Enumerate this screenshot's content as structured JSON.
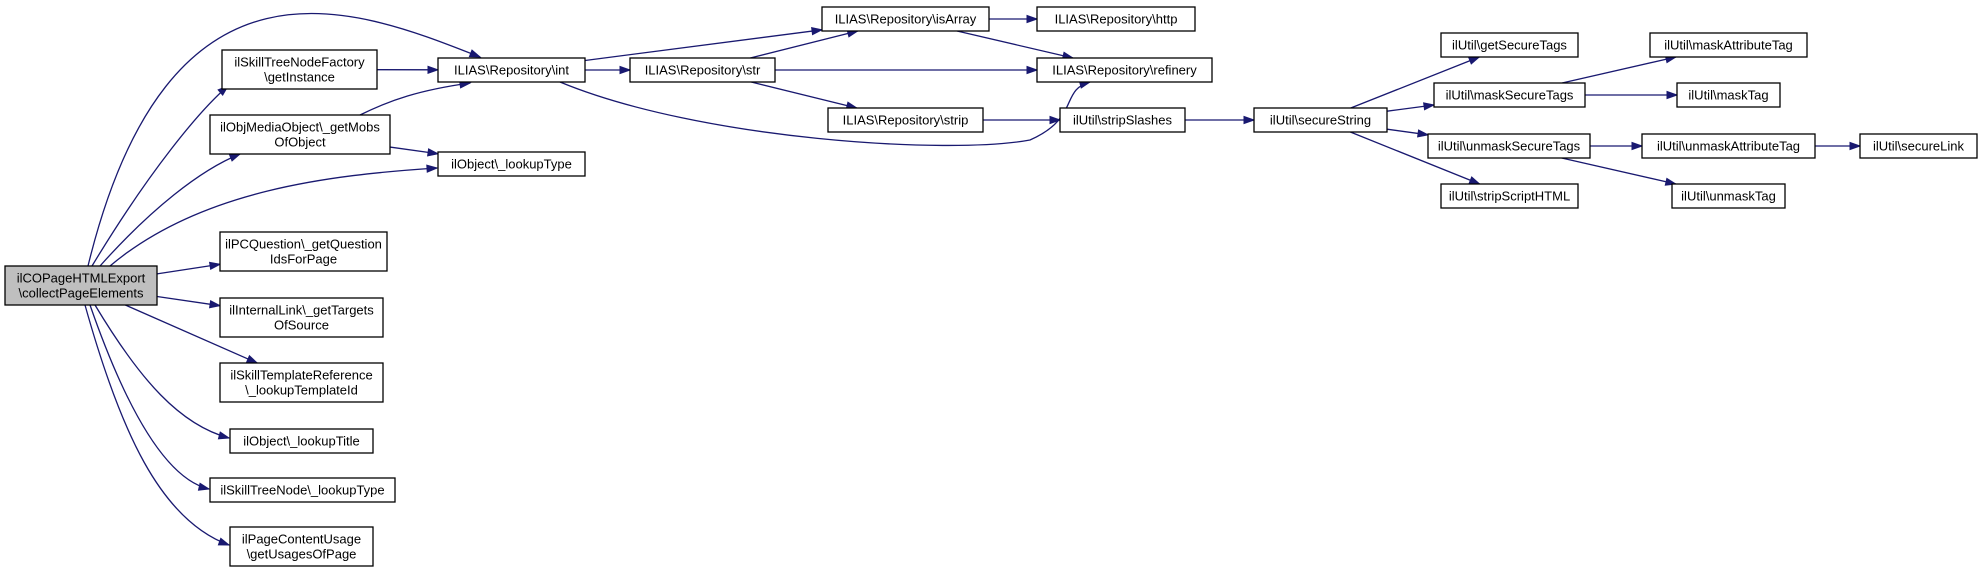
{
  "graph": {
    "nodes": {
      "root": [
        "ilCOPageHTMLExport",
        "\\collectPageElements"
      ],
      "skill_factory": [
        "ilSkillTreeNodeFactory",
        "\\getInstance"
      ],
      "objmedia": [
        "ilObjMediaObject\\_getMobs",
        "OfObject"
      ],
      "pcquestion": [
        "ilPCQuestion\\_getQuestion",
        "IdsForPage"
      ],
      "internallink": [
        "ilInternalLink\\_getTargets",
        "OfSource"
      ],
      "skilltemplate": [
        "ilSkillTemplateReference",
        "\\_lookupTemplateId"
      ],
      "object_title": [
        "ilObject\\_lookupTitle"
      ],
      "skilltreenode": [
        "ilSkillTreeNode\\_lookupType"
      ],
      "pagecontent": [
        "ilPageContentUsage",
        "\\getUsagesOfPage"
      ],
      "repo_int": [
        "ILIAS\\Repository\\int"
      ],
      "object_type": [
        "ilObject\\_lookupType"
      ],
      "repo_str": [
        "ILIAS\\Repository\\str"
      ],
      "repo_isarray": [
        "ILIAS\\Repository\\isArray"
      ],
      "repo_strip": [
        "ILIAS\\Repository\\strip"
      ],
      "repo_http": [
        "ILIAS\\Repository\\http"
      ],
      "repo_refinery": [
        "ILIAS\\Repository\\refinery"
      ],
      "util_stripslashes": [
        "ilUtil\\stripSlashes"
      ],
      "util_securestring": [
        "ilUtil\\secureString"
      ],
      "util_getsecuretags": [
        "ilUtil\\getSecureTags"
      ],
      "util_masksecuretags": [
        "ilUtil\\maskSecureTags"
      ],
      "util_unmasksecuretags": [
        "ilUtil\\unmaskSecureTags"
      ],
      "util_stripscripthtml": [
        "ilUtil\\stripScriptHTML"
      ],
      "util_maskattributetag": [
        "ilUtil\\maskAttributeTag"
      ],
      "util_masktag": [
        "ilUtil\\maskTag"
      ],
      "util_unmaskattributetag": [
        "ilUtil\\unmaskAttributeTag"
      ],
      "util_unmasktag": [
        "ilUtil\\unmaskTag"
      ],
      "util_securelink": [
        "ilUtil\\secureLink"
      ]
    },
    "edges": [
      [
        "root",
        "repo_int"
      ],
      [
        "root",
        "skill_factory"
      ],
      [
        "root",
        "objmedia"
      ],
      [
        "root",
        "object_type"
      ],
      [
        "root",
        "pcquestion"
      ],
      [
        "root",
        "internallink"
      ],
      [
        "root",
        "skilltemplate"
      ],
      [
        "root",
        "object_title"
      ],
      [
        "root",
        "skilltreenode"
      ],
      [
        "root",
        "pagecontent"
      ],
      [
        "skill_factory",
        "repo_int"
      ],
      [
        "objmedia",
        "repo_int"
      ],
      [
        "objmedia",
        "object_type"
      ],
      [
        "repo_int",
        "repo_isarray"
      ],
      [
        "repo_int",
        "repo_str"
      ],
      [
        "repo_int",
        "repo_refinery"
      ],
      [
        "repo_str",
        "repo_isarray"
      ],
      [
        "repo_str",
        "repo_refinery"
      ],
      [
        "repo_str",
        "repo_strip"
      ],
      [
        "repo_isarray",
        "repo_http"
      ],
      [
        "repo_isarray",
        "repo_refinery"
      ],
      [
        "repo_strip",
        "util_stripslashes"
      ],
      [
        "util_stripslashes",
        "util_securestring"
      ],
      [
        "util_securestring",
        "util_getsecuretags"
      ],
      [
        "util_securestring",
        "util_masksecuretags"
      ],
      [
        "util_securestring",
        "util_unmasksecuretags"
      ],
      [
        "util_securestring",
        "util_stripscripthtml"
      ],
      [
        "util_masksecuretags",
        "util_maskattributetag"
      ],
      [
        "util_masksecuretags",
        "util_masktag"
      ],
      [
        "util_unmasksecuretags",
        "util_unmaskattributetag"
      ],
      [
        "util_unmasksecuretags",
        "util_unmasktag"
      ],
      [
        "util_unmaskattributetag",
        "util_securelink"
      ]
    ]
  }
}
